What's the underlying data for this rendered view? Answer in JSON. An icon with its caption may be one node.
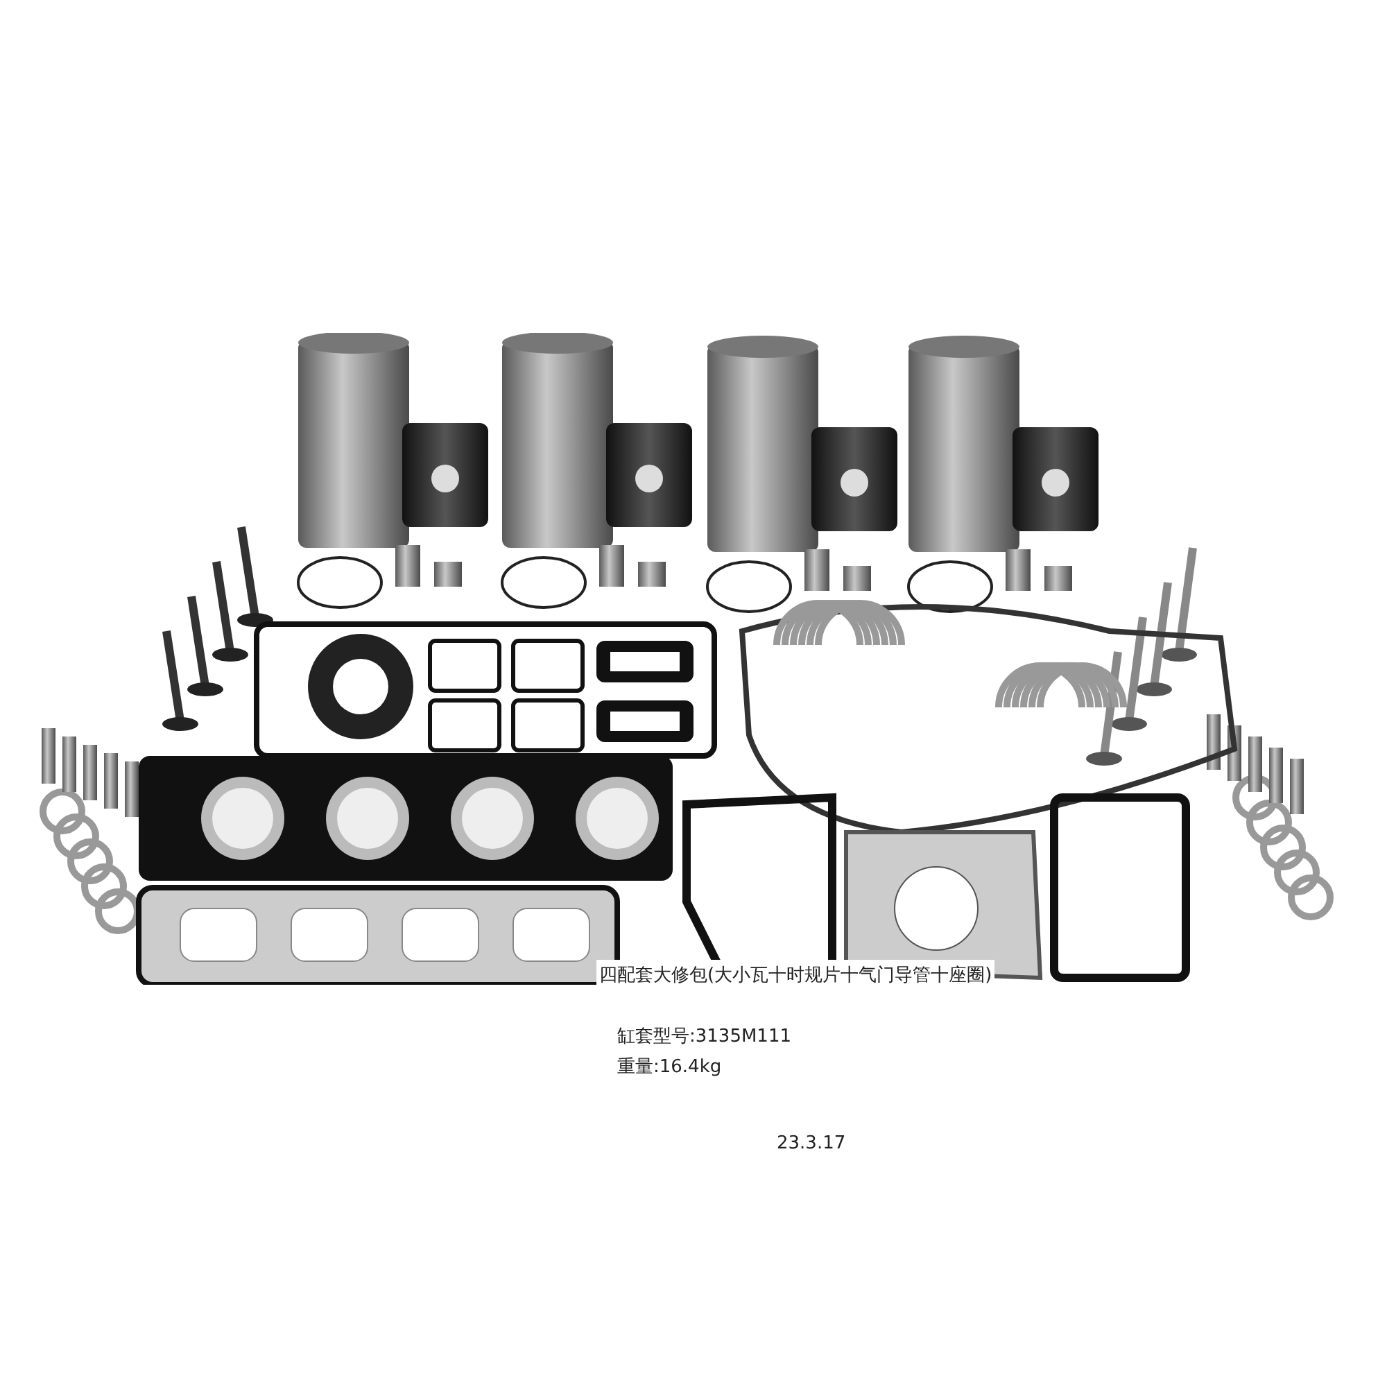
{
  "diagram": {
    "labels": [
      "四配套大修包(大小瓦十时规片十气门导管十座圈)",
      "缸套型号:3135M111",
      "重量:16.4kg",
      "23.3.17"
    ]
  }
}
